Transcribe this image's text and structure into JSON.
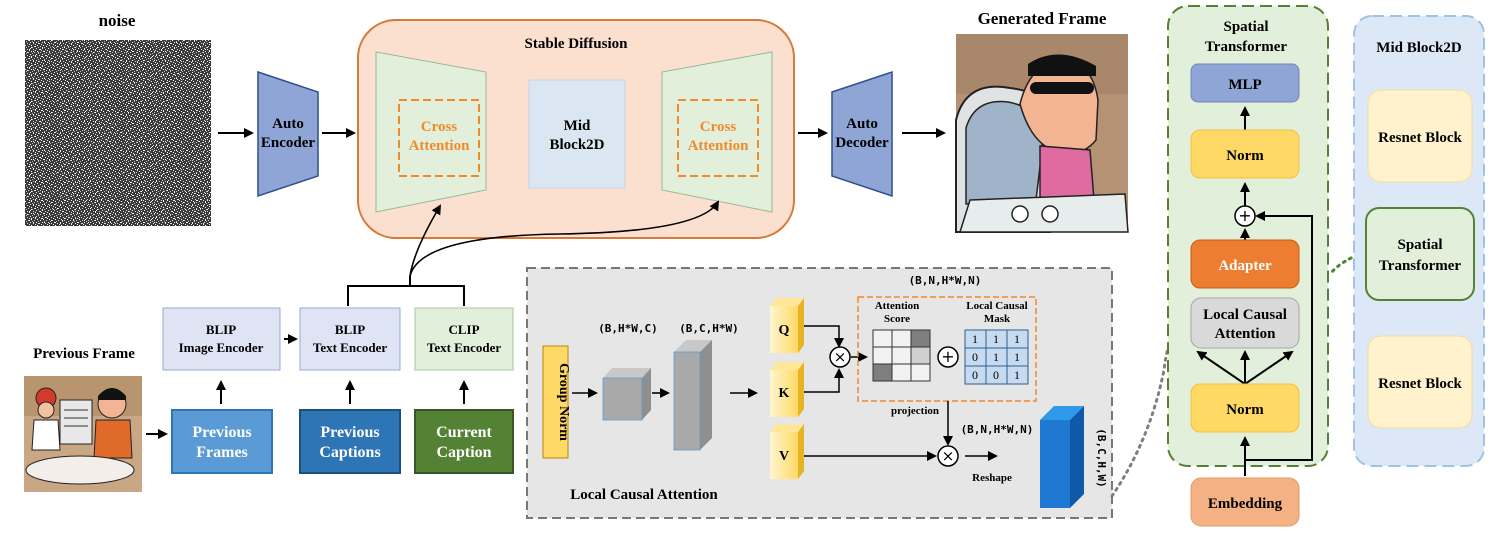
{
  "labels": {
    "noise": "noise",
    "stable_diffusion": "Stable Diffusion",
    "generated_frame": "Generated Frame",
    "previous_frame": "Previous Frame",
    "auto_encoder_1": "Auto",
    "auto_encoder_2": "Encoder",
    "cross_attention_1": "Cross",
    "cross_attention_2": "Attention",
    "mid_block_1": "Mid",
    "mid_block_2": "Block2D",
    "auto_decoder_1": "Auto",
    "auto_decoder_2": "Decoder",
    "blip_image_1": "BLIP",
    "blip_image_2": "Image Encoder",
    "blip_text_1": "BLIP",
    "blip_text_2": "Text Encoder",
    "clip_text_1": "CLIP",
    "clip_text_2": "Text Encoder",
    "previous_frames_1": "Previous",
    "previous_frames_2": "Frames",
    "previous_captions_1": "Previous",
    "previous_captions_2": "Captions",
    "current_caption_1": "Current",
    "current_caption_2": "Caption",
    "group_norm": "Group Norm",
    "q": "Q",
    "k": "K",
    "v": "V",
    "dim_bhwc": "(B,H*W,C)",
    "dim_bchw": "(B,C,H*W)",
    "dim_bnhwn": "(B,N,H*W,N)",
    "dim_bnhwn_2": "(B,N,H*W,N)",
    "dim_bchw_vert": "(B,C,H,W)",
    "attention_score_1": "Attention",
    "attention_score_2": "Score",
    "local_causal_mask_1": "Local Causal",
    "local_causal_mask_2": "Mask",
    "projection": "projection",
    "reshape": "Reshape",
    "local_causal_attention": "Local Causal Attention",
    "spatial_transformer_title_1": "Spatial",
    "spatial_transformer_title_2": "Transformer",
    "mlp": "MLP",
    "norm_top": "Norm",
    "adapter": "Adapter",
    "lca_block_1": "Local Causal",
    "lca_block_2": "Attention",
    "norm_bottom": "Norm",
    "embedding": "Embedding",
    "mid_block_title": "Mid Block2D",
    "resnet_block_top": "Resnet Block",
    "spatial_transformer_block_1": "Spatial",
    "spatial_transformer_block_2": "Transformer",
    "resnet_block_bottom": "Resnet Block",
    "multiply_symbol": "×",
    "plus_symbol": "+"
  },
  "mask_matrix": [
    [
      "1",
      "1",
      "1"
    ],
    [
      "0",
      "1",
      "1"
    ],
    [
      "0",
      "0",
      "1"
    ]
  ],
  "colors": {
    "encoder_blue": "#8ea5d6",
    "sd_panel": "#fbe0cf",
    "sd_border": "#d67a3a",
    "unet_green": "#e2efda",
    "cross_orange": "#f08a2c",
    "mid_blue": "#dae6f2",
    "blip_box": "#dfe4f5",
    "clip_box": "#e2efda",
    "prev_frames": "#5b9bd5",
    "prev_captions": "#2e75b6",
    "current_caption": "#548235",
    "gray_panel": "#e6e6e6",
    "yellow": "#ffd966",
    "adapter_orange": "#ed7d31",
    "embedding": "#f4b183",
    "spatial_green_bg": "#e2efda",
    "spatial_green_border": "#548235",
    "mid_block_bg": "#dde8f6",
    "resnet": "#fff2cc",
    "out_blue": "#1f78d1"
  }
}
